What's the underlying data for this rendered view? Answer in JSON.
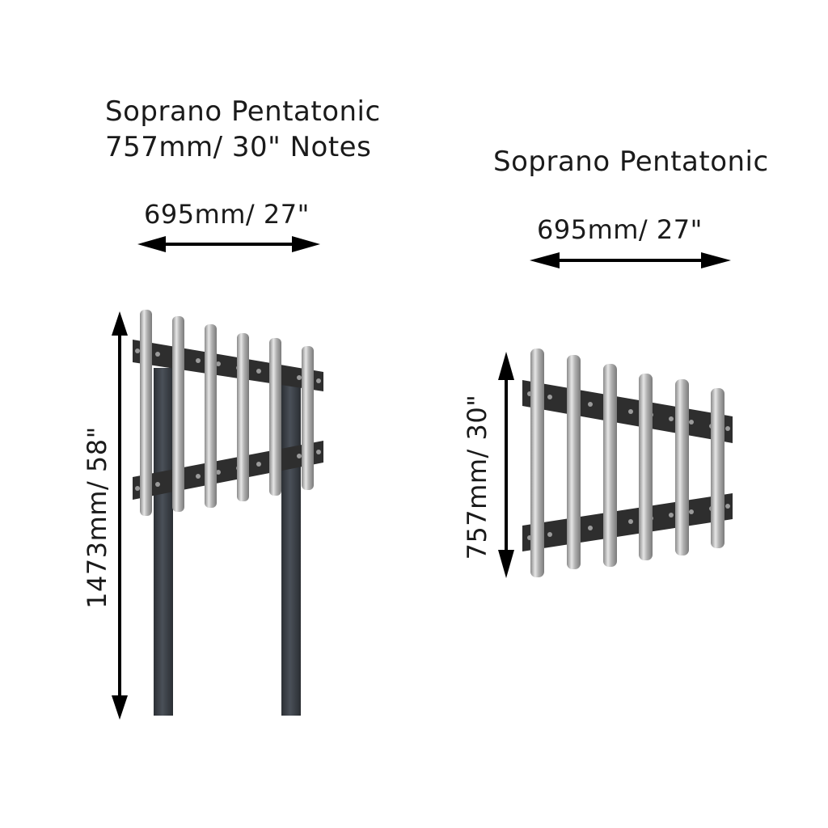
{
  "left_product": {
    "title_line1": "Soprano Pentatonic",
    "title_line2": "757mm/ 30\" Notes",
    "width_label": "695mm/ 27\"",
    "height_label": "1473mm/ 58\"",
    "tube_count": 6,
    "has_posts": true
  },
  "right_product": {
    "title": "Soprano Pentatonic",
    "width_label": "695mm/ 27\"",
    "height_label": "757mm/ 30\"",
    "tube_count": 6,
    "has_posts": false
  },
  "colors": {
    "background": "#ffffff",
    "text": "#1a1a1a",
    "arrow": "#000000",
    "tube": "#b8b8b8",
    "bracket": "#2e2e2e",
    "post": "#3a3f45"
  }
}
